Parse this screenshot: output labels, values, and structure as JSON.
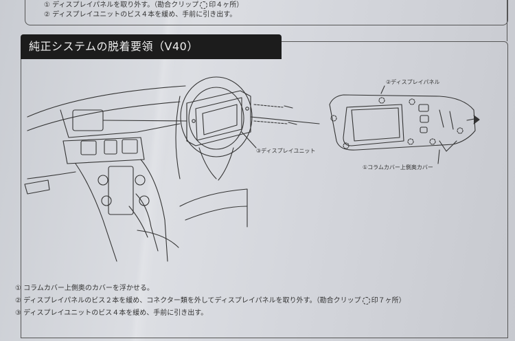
{
  "top": {
    "line1": "① ディスプレイパネルを取り外す。（勘合クリップ",
    "line1_suffix": "印４ヶ所）",
    "line2": "② ディスプレイユニットのビス４本を緩め、手前に引き出す。"
  },
  "title": "純正システムの脱着要領（V40）",
  "labels": {
    "display_panel": "②ディスプレイパネル",
    "display_unit": "③ディスプレイユニット",
    "column_cover": "①コラムカバー上側奥カバー"
  },
  "steps": [
    {
      "text": "① コラムカバー上側奥のカバーを浮かせる。"
    },
    {
      "text": "② ディスプレイパネルのビス２本を緩め、コネクター類を外してディスプレイパネルを取り外す。（勘合クリップ",
      "suffix": "印７ヶ所）"
    },
    {
      "text": "③ ディスプレイユニットのビス４本を緩め、手前に引き出す。"
    }
  ]
}
